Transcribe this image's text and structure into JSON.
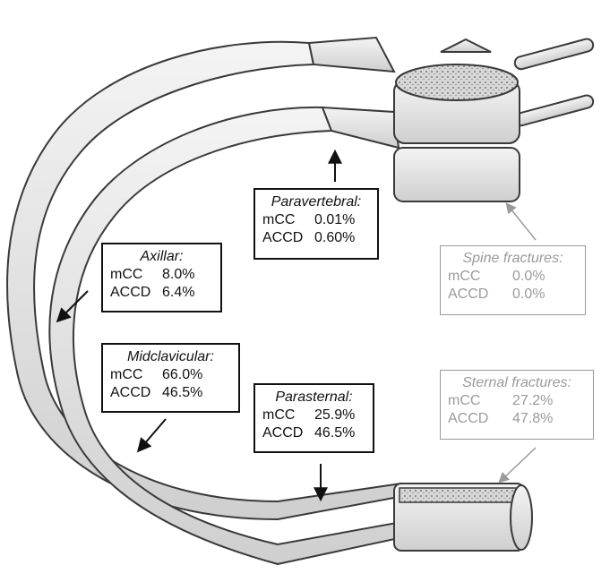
{
  "labels": {
    "paravertebral": {
      "title": "Paravertebral:",
      "rows": [
        {
          "k": "mCC",
          "v": "0.01%"
        },
        {
          "k": "ACCD",
          "v": "0.60%"
        }
      ]
    },
    "axillar": {
      "title": "Axillar:",
      "rows": [
        {
          "k": "mCC",
          "v": "8.0%"
        },
        {
          "k": "ACCD",
          "v": "6.4%"
        }
      ]
    },
    "midclavicular": {
      "title": "Midclavicular:",
      "rows": [
        {
          "k": "mCC",
          "v": "66.0%"
        },
        {
          "k": "ACCD",
          "v": "46.5%"
        }
      ]
    },
    "parasternal": {
      "title": "Parasternal:",
      "rows": [
        {
          "k": "mCC",
          "v": "25.9%"
        },
        {
          "k": "ACCD",
          "v": "46.5%"
        }
      ]
    },
    "spine": {
      "title": "Spine fractures:",
      "rows": [
        {
          "k": "mCC",
          "v": "0.0%"
        },
        {
          "k": "ACCD",
          "v": "0.0%"
        }
      ]
    },
    "sternal": {
      "title": "Sternal fractures:",
      "rows": [
        {
          "k": "mCC",
          "v": "27.2%"
        },
        {
          "k": "ACCD",
          "v": "47.8%"
        }
      ]
    }
  },
  "colors": {
    "ink": "#111111",
    "muted": "#9a9a9a",
    "bone_fill": "#e6e6e6",
    "bone_stroke": "#3a3a3a"
  }
}
